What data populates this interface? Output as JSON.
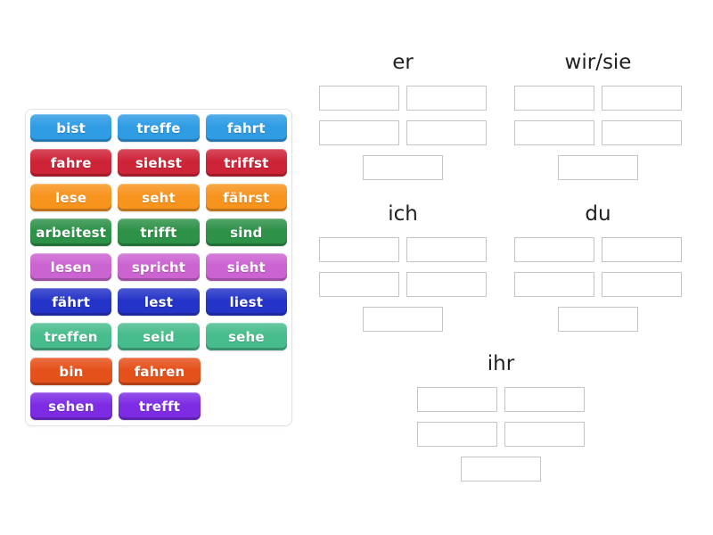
{
  "tiles": [
    {
      "label": "bist",
      "color": "#2f9ce4"
    },
    {
      "label": "treffe",
      "color": "#2f9ce4"
    },
    {
      "label": "fahrt",
      "color": "#2f9ce4"
    },
    {
      "label": "fahre",
      "color": "#ce2438"
    },
    {
      "label": "siehst",
      "color": "#ce2438"
    },
    {
      "label": "triffst",
      "color": "#ce2438"
    },
    {
      "label": "lese",
      "color": "#f7941e"
    },
    {
      "label": "seht",
      "color": "#f7941e"
    },
    {
      "label": "fährst",
      "color": "#f7941e"
    },
    {
      "label": "arbeitest",
      "color": "#2e9148"
    },
    {
      "label": "trifft",
      "color": "#2e9148"
    },
    {
      "label": "sind",
      "color": "#2e9148"
    },
    {
      "label": "lesen",
      "color": "#cb64d1"
    },
    {
      "label": "spricht",
      "color": "#cb64d1"
    },
    {
      "label": "sieht",
      "color": "#cb64d1"
    },
    {
      "label": "fährt",
      "color": "#2434c8"
    },
    {
      "label": "lest",
      "color": "#2434c8"
    },
    {
      "label": "liest",
      "color": "#2434c8"
    },
    {
      "label": "treffen",
      "color": "#47bc8c"
    },
    {
      "label": "seid",
      "color": "#47bc8c"
    },
    {
      "label": "sehe",
      "color": "#47bc8c"
    },
    {
      "label": "bin",
      "color": "#e5511b"
    },
    {
      "label": "fahren",
      "color": "#e5511b"
    },
    {
      "label": "sehen",
      "color": "#7d2ce4"
    },
    {
      "label": "trefft",
      "color": "#7d2ce4"
    }
  ],
  "groups": [
    {
      "label": "er"
    },
    {
      "label": "wir/sie"
    },
    {
      "label": "ich"
    },
    {
      "label": "du"
    },
    {
      "label": "ihr"
    }
  ]
}
